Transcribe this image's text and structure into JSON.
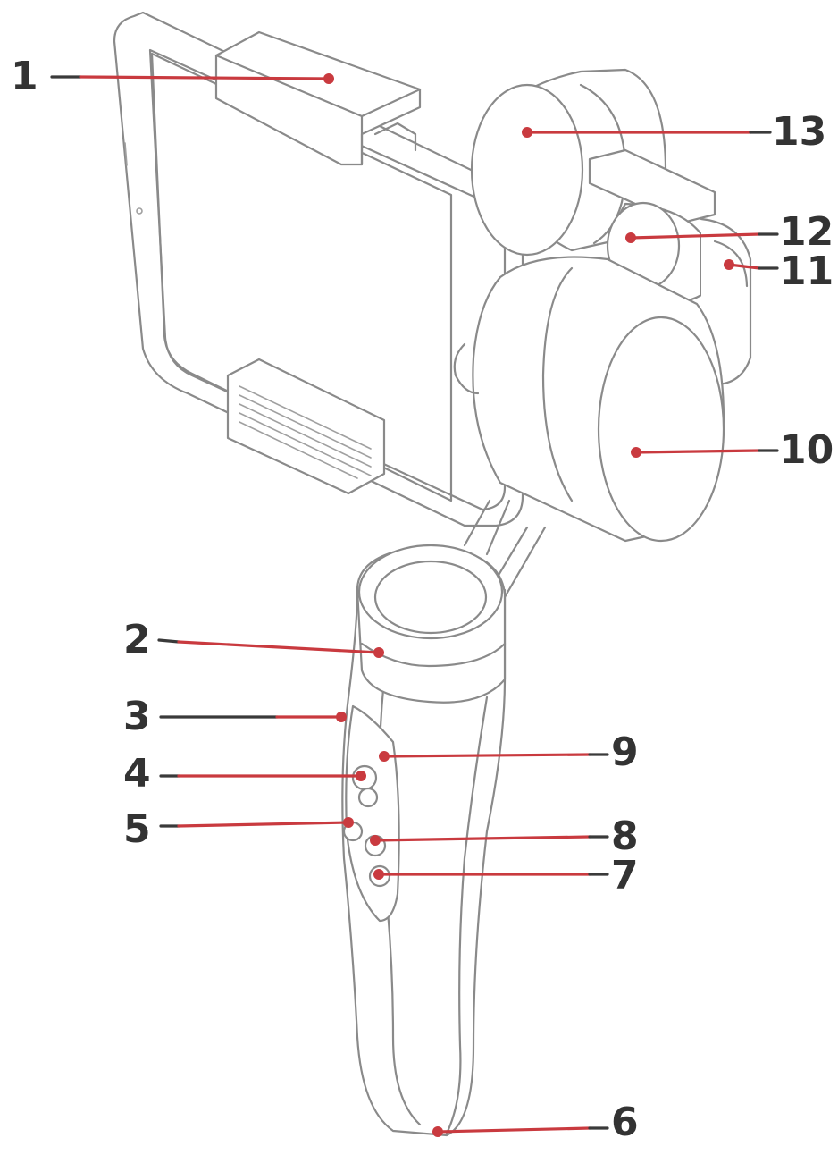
{
  "callouts": [
    {
      "id": "1",
      "label": "1"
    },
    {
      "id": "2",
      "label": "2"
    },
    {
      "id": "3",
      "label": "3"
    },
    {
      "id": "4",
      "label": "4"
    },
    {
      "id": "5",
      "label": "5"
    },
    {
      "id": "6",
      "label": "6"
    },
    {
      "id": "7",
      "label": "7"
    },
    {
      "id": "8",
      "label": "8"
    },
    {
      "id": "9",
      "label": "9"
    },
    {
      "id": "10",
      "label": "10"
    },
    {
      "id": "11",
      "label": "11"
    },
    {
      "id": "12",
      "label": "12"
    },
    {
      "id": "13",
      "label": "13"
    }
  ],
  "colors": {
    "leader": "#c93a3f",
    "outline": "#8a8a8a",
    "text": "#333333"
  }
}
